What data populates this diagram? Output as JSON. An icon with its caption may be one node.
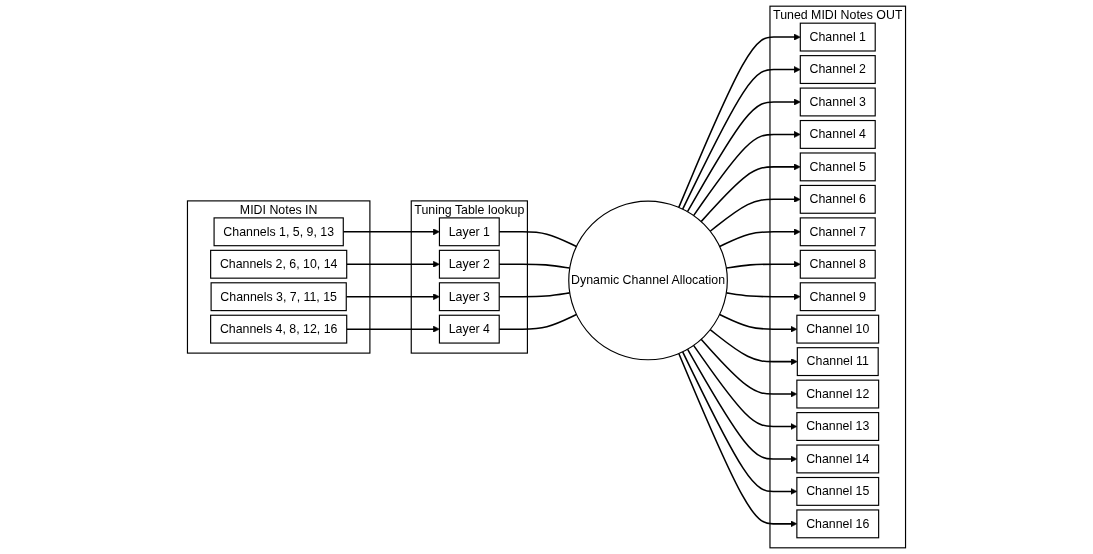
{
  "diagram": {
    "nodes": [
      {
        "text": [
          "MIDI Notes IN"
        ]
      },
      {
        "text": [
          "Channels 1, 5, 9, 13"
        ],
        "in": 0
      },
      {
        "text": [
          "Channels 2, 6, 10, 14"
        ],
        "in": 0
      },
      {
        "text": [
          "Channels 3, 7, 11, 15"
        ],
        "in": 0
      },
      {
        "text": [
          "Channels 4, 8, 12, 16"
        ],
        "in": 0
      },
      {
        "text": [
          "Tuning Table lookup"
        ]
      },
      {
        "text": [
          "Layer 1"
        ],
        "in": 5
      },
      {
        "text": [
          "Layer 2"
        ],
        "in": 5
      },
      {
        "text": [
          "Layer 3"
        ],
        "in": 5
      },
      {
        "text": [
          "Layer 4"
        ],
        "in": 5
      },
      {
        "text": [
          "Dynamic Channel Allocation"
        ]
      },
      {
        "text": [
          "Tuned MIDI Notes OUT"
        ]
      },
      {
        "text": [
          "Channel 1"
        ],
        "in": 11
      },
      {
        "text": [
          "Channel 2"
        ],
        "in": 11
      },
      {
        "text": [
          "Channel 3"
        ],
        "in": 11
      },
      {
        "text": [
          "Channel 4"
        ],
        "in": 11
      },
      {
        "text": [
          "Channel 5"
        ],
        "in": 11
      },
      {
        "text": [
          "Channel 6"
        ],
        "in": 11
      },
      {
        "text": [
          "Channel 7"
        ],
        "in": 11
      },
      {
        "text": [
          "Channel 8"
        ],
        "in": 11
      },
      {
        "text": [
          "Channel 9"
        ],
        "in": 11
      },
      {
        "text": [
          "Channel 10"
        ],
        "in": 11
      },
      {
        "text": [
          "Channel 11"
        ],
        "in": 11
      },
      {
        "text": [
          "Channel 12"
        ],
        "in": 11
      },
      {
        "text": [
          "Channel 13"
        ],
        "in": 11
      },
      {
        "text": [
          "Channel 14"
        ],
        "in": 11
      },
      {
        "text": [
          "Channel 15"
        ],
        "in": 11
      },
      {
        "text": [
          "Channel 16"
        ],
        "in": 11
      }
    ],
    "edges": [
      {
        "from": 1,
        "to": 6,
        "arrow": "to"
      },
      {
        "from": 2,
        "to": 7,
        "arrow": "to"
      },
      {
        "from": 3,
        "to": 8,
        "arrow": "to"
      },
      {
        "from": 4,
        "to": 9,
        "arrow": "to"
      },
      {
        "from": 6,
        "to": 10,
        "arrow": "none"
      },
      {
        "from": 7,
        "to": 10,
        "arrow": "none"
      },
      {
        "from": 8,
        "to": 10,
        "arrow": "none"
      },
      {
        "from": 9,
        "to": 10,
        "arrow": "none"
      },
      {
        "from": 10,
        "to": 12,
        "arrow": "to"
      },
      {
        "from": 10,
        "to": 13,
        "arrow": "to"
      },
      {
        "from": 10,
        "to": 14,
        "arrow": "to"
      },
      {
        "from": 10,
        "to": 15,
        "arrow": "to"
      },
      {
        "from": 10,
        "to": 16,
        "arrow": "to"
      },
      {
        "from": 10,
        "to": 17,
        "arrow": "to"
      },
      {
        "from": 10,
        "to": 18,
        "arrow": "to"
      },
      {
        "from": 10,
        "to": 19,
        "arrow": "to"
      },
      {
        "from": 10,
        "to": 20,
        "arrow": "to"
      },
      {
        "from": 10,
        "to": 21,
        "arrow": "to"
      },
      {
        "from": 10,
        "to": 22,
        "arrow": "to"
      },
      {
        "from": 10,
        "to": 23,
        "arrow": "to"
      },
      {
        "from": 10,
        "to": 24,
        "arrow": "to"
      },
      {
        "from": 10,
        "to": 25,
        "arrow": "to"
      },
      {
        "from": 10,
        "to": 26,
        "arrow": "to"
      },
      {
        "from": 10,
        "to": 27,
        "arrow": "to"
      }
    ]
  }
}
